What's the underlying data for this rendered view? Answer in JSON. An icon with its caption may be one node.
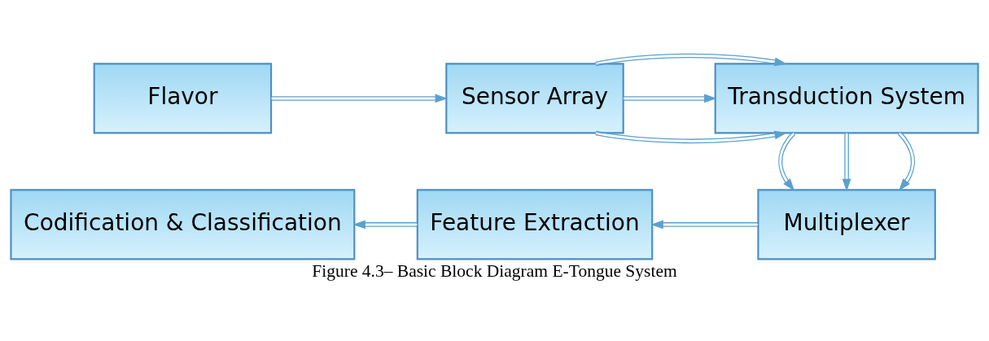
{
  "diagram": {
    "caption": "Figure 4.3– Basic Block Diagram E-Tongue System",
    "nodes": [
      {
        "text": [
          "Flavor"
        ]
      },
      {
        "text": [
          "Sensor Array"
        ]
      },
      {
        "text": [
          "Transduction System"
        ]
      },
      {
        "text": [
          "Multiplexer"
        ]
      },
      {
        "text": [
          "Feature Extraction"
        ]
      },
      {
        "text": [
          "Codification & Classification"
        ]
      }
    ],
    "edges": [
      {
        "from": 0,
        "to": 1,
        "arrow": "to"
      },
      {
        "from": 1,
        "to": 2,
        "arrow": "to"
      },
      {
        "from": 1,
        "to": 2,
        "arrow": "to"
      },
      {
        "from": 1,
        "to": 2,
        "arrow": "to"
      },
      {
        "from": 2,
        "to": 3,
        "arrow": "to"
      },
      {
        "from": 2,
        "to": 3,
        "arrow": "to"
      },
      {
        "from": 2,
        "to": 3,
        "arrow": "to"
      },
      {
        "from": 3,
        "to": 4,
        "arrow": "to"
      },
      {
        "from": 4,
        "to": 5,
        "arrow": "to"
      }
    ]
  }
}
